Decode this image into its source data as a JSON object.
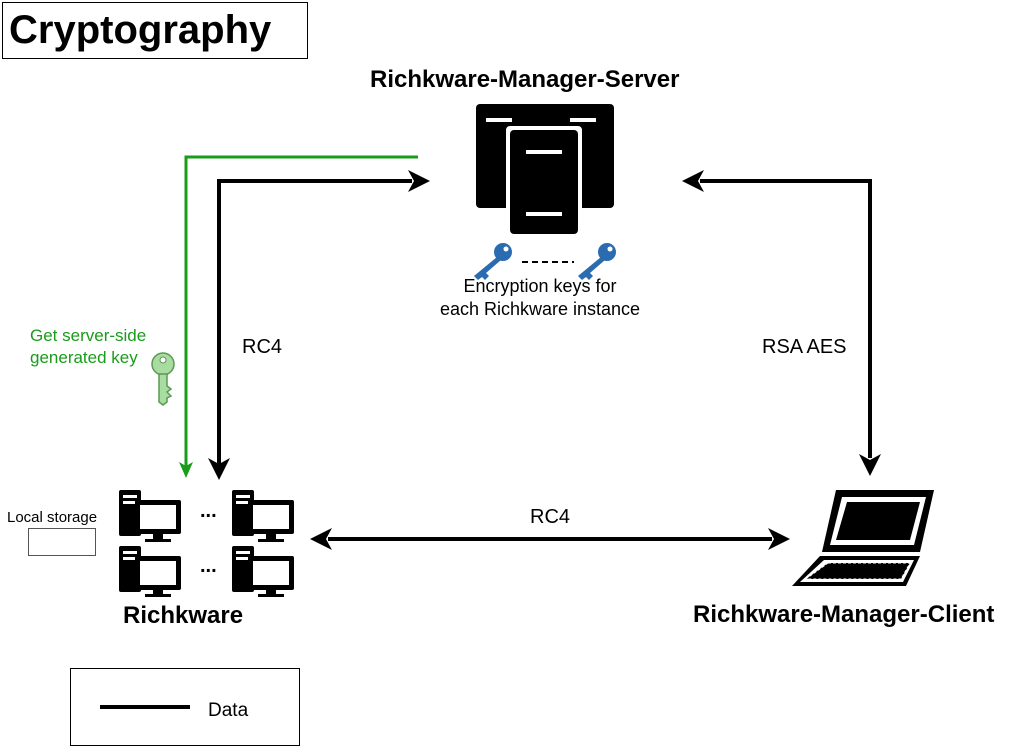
{
  "title": "Cryptography",
  "nodes": {
    "server": "Richkware-Manager-Server",
    "richkware": "Richkware",
    "client": "Richkware-Manager-Client"
  },
  "keys_caption": [
    "Encryption keys for",
    "each Richkware instance"
  ],
  "edges": {
    "richkware_server": "RC4",
    "server_client": "RSA AES",
    "richkware_client": "RC4",
    "get_key": [
      "Get server-side",
      "generated key"
    ]
  },
  "local_storage": "Local storage",
  "ellipsis": "...",
  "legend": {
    "label": "Data"
  },
  "colors": {
    "line": "#000000",
    "green": "#1a9c1a",
    "key_blue": "#2b6cb0",
    "key_green": "#a8dca0"
  }
}
